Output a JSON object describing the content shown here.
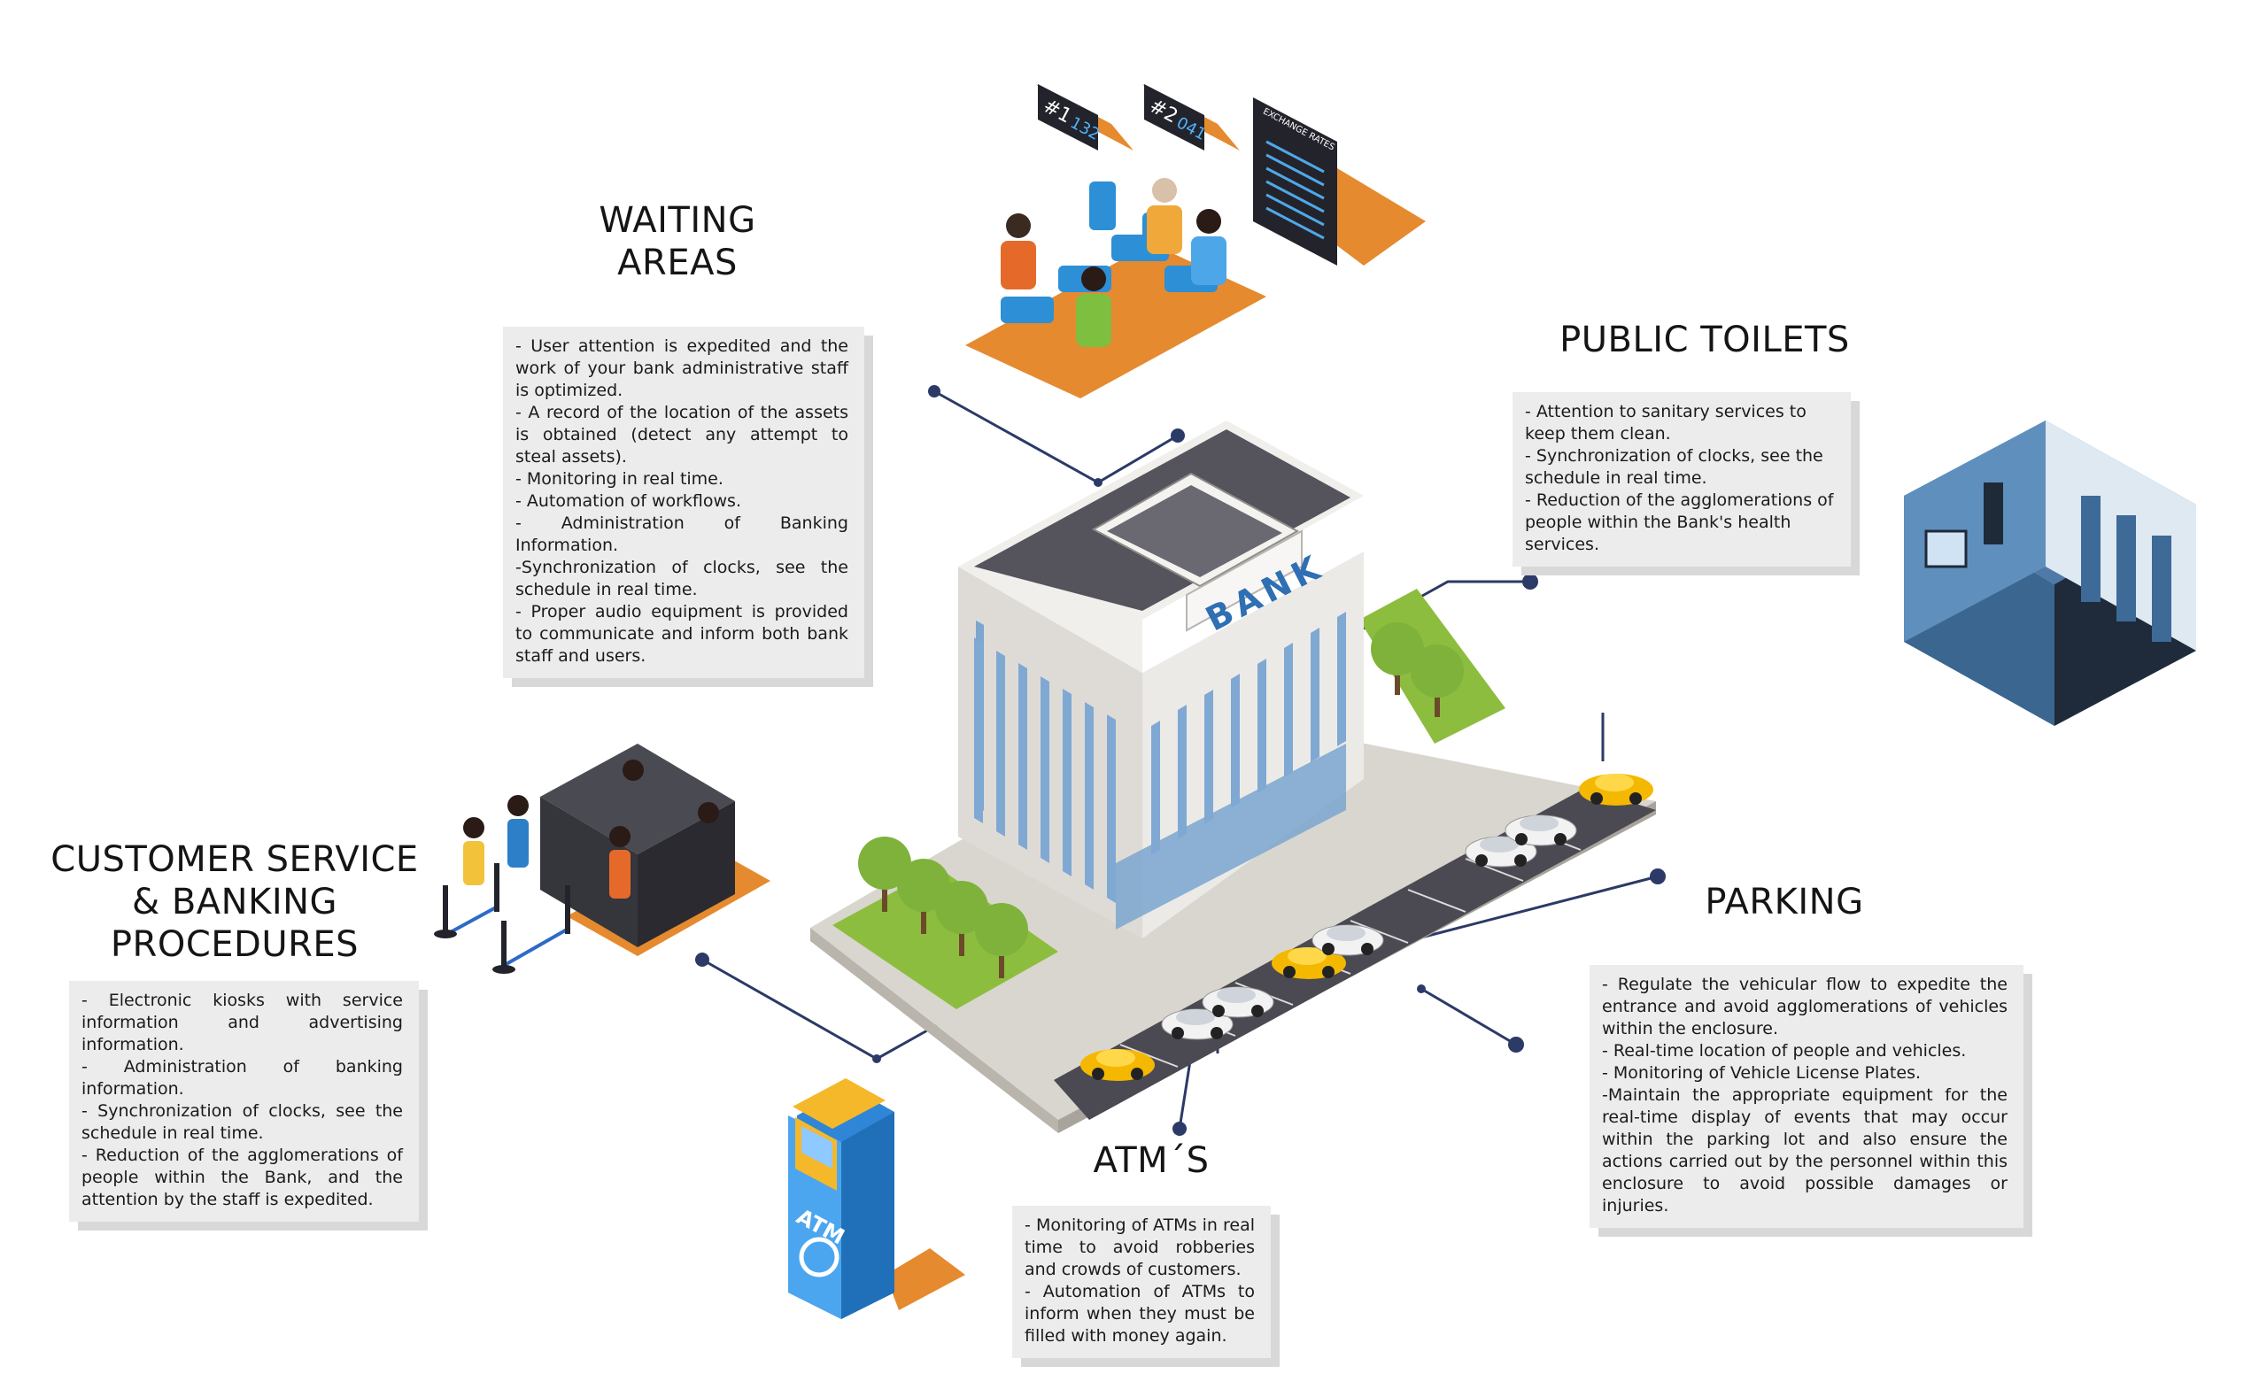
{
  "sections": {
    "waiting": {
      "title": [
        "WAITING",
        "AREAS"
      ],
      "items": [
        "- User attention is expedited and the work of your bank administrative staff is optimized.",
        "- A record of the location of the assets is obtained (detect any attempt to steal assets).",
        "- Monitoring in real time.",
        "- Automation of workflows.",
        "- Administration of Banking Information.",
        "-Synchronization of clocks, see the schedule in real time.",
        "- Proper audio equipment is provided to communicate and inform both bank staff and users."
      ]
    },
    "toilets": {
      "title": [
        "PUBLIC TOILETS"
      ],
      "items": [
        "- Attention to sanitary services to keep them clean.",
        "- Synchronization of clocks, see the schedule in real time.",
        "- Reduction of the agglomerations of people within the Bank's health services."
      ]
    },
    "customer": {
      "title": [
        "CUSTOMER SERVICE",
        "& BANKING PROCEDURES"
      ],
      "items": [
        "- Electronic kiosks with service information and advertising information.",
        "- Administration of banking information.",
        "- Synchronization of clocks, see the schedule in real time.",
        "- Reduction of the agglomerations of people within the Bank, and the attention by the staff is expedited."
      ]
    },
    "parking": {
      "title": [
        "PARKING"
      ],
      "items": [
        "- Regulate the vehicular flow to expedite the entrance and avoid agglomerations of vehicles within the enclosure.",
        "- Real-time location of people and vehicles.",
        "- Monitoring of Vehicle License Plates.",
        "-Maintain the appropriate equipment for the real-time display of events that may occur within the parking lot and also ensure the actions carried out by the personnel within this enclosure to avoid possible damages or injuries."
      ]
    },
    "atm": {
      "title": [
        "ATM´S"
      ],
      "items": [
        "- Monitoring of ATMs in real time to avoid robberies and crowds of customers.",
        "- Automation of ATMs to inform when they must be filled with money again."
      ]
    }
  },
  "artwork": {
    "building_sign": "BANK",
    "atm_label": "ATM",
    "counter_1_label": "#1",
    "counter_1_value": "132",
    "counter_2_label": "#2",
    "counter_2_value": "041",
    "board_title": "EXCHANGE RATES"
  },
  "colors": {
    "connector": "#2b3a66",
    "accent_orange": "#e58a2e",
    "building_wall": "#e8e6e3",
    "glass_blue": "#7aa6cf",
    "grass": "#8dbd3e",
    "road": "#4b4a52",
    "taxi": "#f5b800"
  }
}
